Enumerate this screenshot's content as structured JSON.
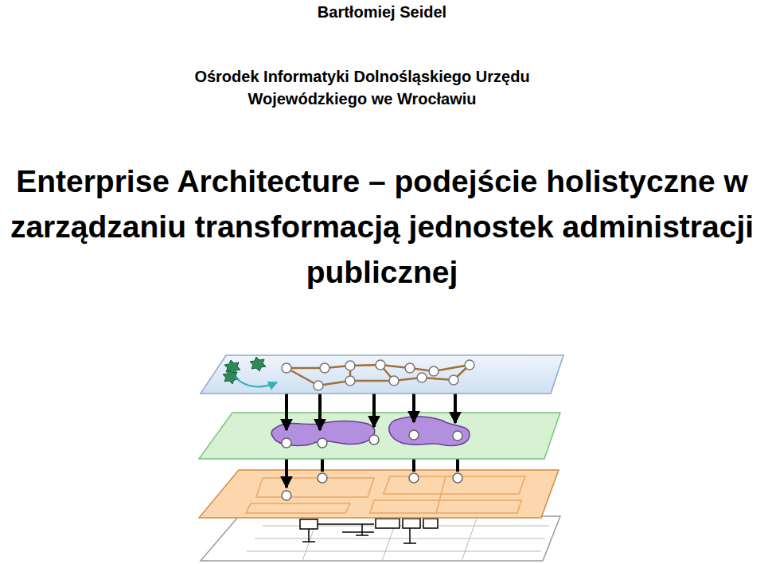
{
  "diagram": {
    "title": "Enterprise Architecture – podejście holistyczne w zarządzaniu transformacją jednostek administracji publicznej",
    "labels": [
      "Bartłomiej Seidel",
      "Ośrodek Informatyki Dolnośląskiego Urzędu Wojewódzkiego we Wrocławiu"
    ]
  }
}
